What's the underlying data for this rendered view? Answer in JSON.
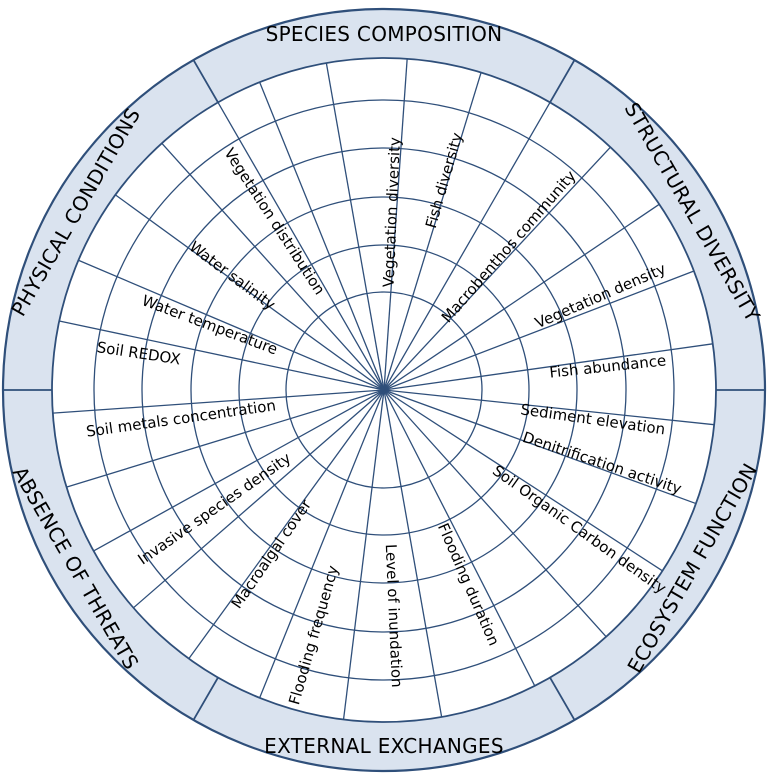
{
  "colors": {
    "outline": "#2f4f7a",
    "band_fill": "#dae3ef",
    "text": "#000000"
  },
  "dimensions": [
    {
      "id": "species-composition",
      "label": "SPECIES COMPOSITION"
    },
    {
      "id": "structural-diversity",
      "label": "STRUCTURAL DIVERSITY"
    },
    {
      "id": "ecosystem-function",
      "label": "ECOSYSTEM FUNCTION"
    },
    {
      "id": "external-exchanges",
      "label": "EXTERNAL EXCHANGES"
    },
    {
      "id": "absence-of-threats",
      "label": "ABSENCE OF THREATS"
    },
    {
      "id": "physical-conditions",
      "label": "PHYSICAL CONDITIONS"
    }
  ],
  "indicators": [
    {
      "id": "vegetation-diversity",
      "label": "Vegetation diversity"
    },
    {
      "id": "fish-diversity",
      "label": "Fish diversity"
    },
    {
      "id": "macrobenthos-community",
      "label": "Macrobenthos community"
    },
    {
      "id": "vegetation-density",
      "label": "Vegetation density"
    },
    {
      "id": "fish-abundance",
      "label": "Fish abundance"
    },
    {
      "id": "sediment-elevation",
      "label": "Sediment elevation"
    },
    {
      "id": "denitrification-activity",
      "label": "Denitrification activity"
    },
    {
      "id": "soil-organic-carbon-density",
      "label": "Soil Organic Carbon density"
    },
    {
      "id": "flooding-duration",
      "label": "Flooding duration"
    },
    {
      "id": "level-of-inundation",
      "label": "Level of inundation"
    },
    {
      "id": "flooding-frequency",
      "label": "Flooding frequency"
    },
    {
      "id": "macroalgal-cover",
      "label": "Macroalgal cover"
    },
    {
      "id": "invasive-species-density",
      "label": "Invasive species density"
    },
    {
      "id": "soil-metals-concentration",
      "label": "Soil metals concentration"
    },
    {
      "id": "soil-redox",
      "label": "Soil REDOX"
    },
    {
      "id": "water-temperature",
      "label": "Water temperature"
    },
    {
      "id": "water-salinity",
      "label": "Water salinity"
    },
    {
      "id": "vegetation-distribution",
      "label": "Vegetation distribution"
    }
  ]
}
